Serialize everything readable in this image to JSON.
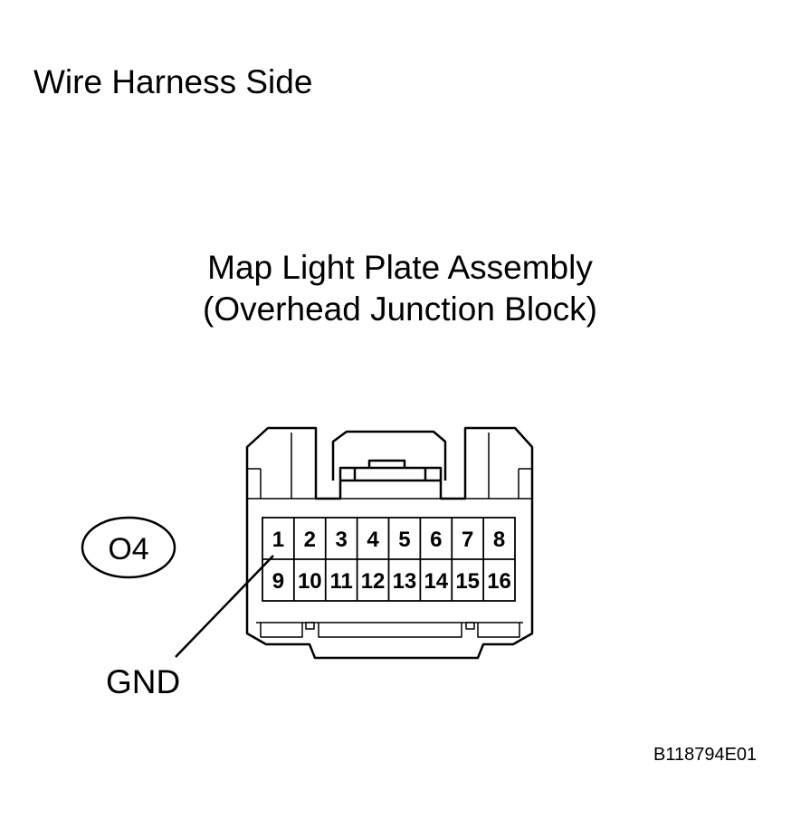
{
  "header": {
    "side_label": "Wire Harness Side"
  },
  "component": {
    "name_line1": "Map Light Plate Assembly",
    "name_line2": "(Overhead Junction Block)",
    "connector_id": "O4"
  },
  "connector": {
    "top_row": [
      "1",
      "2",
      "3",
      "4",
      "5",
      "6",
      "7",
      "8"
    ],
    "bottom_row": [
      "9",
      "10",
      "11",
      "12",
      "13",
      "14",
      "15",
      "16"
    ]
  },
  "callout": {
    "label": "GND",
    "pin": "1"
  },
  "figure_code": "B118794E01"
}
